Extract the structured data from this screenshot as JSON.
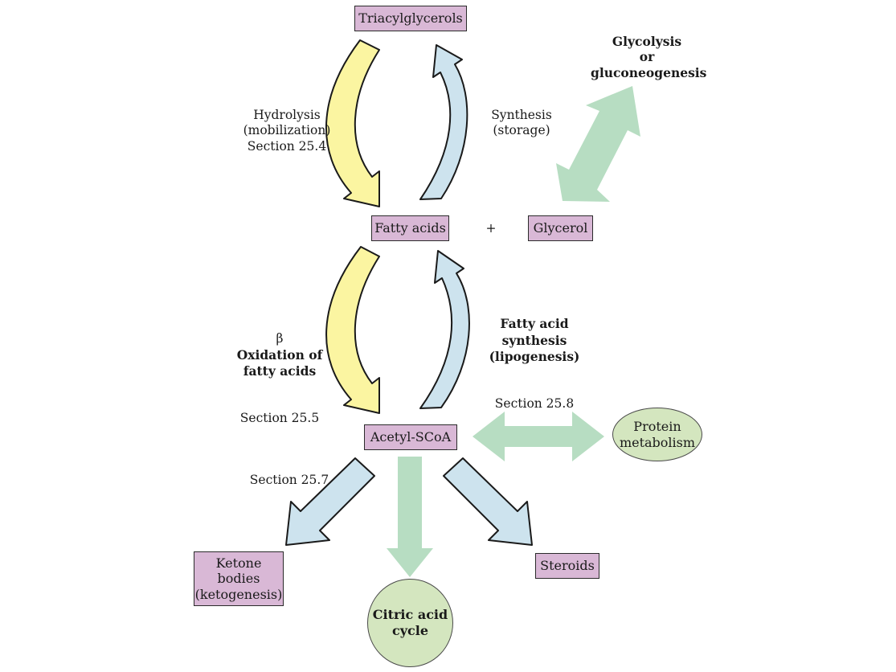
{
  "nodes": {
    "triacylglycerols": "Triacylglycerols",
    "fatty_acids": "Fatty acids",
    "plus": "+",
    "glycerol": "Glycerol",
    "acetyl_scoa": "Acetyl-SCoA",
    "protein_metabolism": "Protein\nmetabolism",
    "ketone_bodies": "Ketone\nbodies\n(ketogenesis)",
    "citric_acid_cycle": "Citric acid\ncycle",
    "steroids": "Steroids"
  },
  "labels": {
    "hydrolysis": "Hydrolysis\n(mobilization)\nSection 25.4",
    "synthesis": "Synthesis\n(storage)",
    "glycolysis": "Glycolysis\nor\ngluconeogenesis",
    "beta_symbol": "β",
    "beta_oxidation_bold": "Oxidation of\nfatty acids",
    "section_25_5": "Section 25.5",
    "fatty_acid_synthesis_bold": "Fatty acid\nsynthesis\n(lipogenesis)",
    "section_25_8": "Section 25.8",
    "section_25_7": "Section 25.7"
  },
  "colors": {
    "degradation_arrow": "#fbf5a1",
    "synthesis_arrow": "#cde3ee",
    "connection_arrow": "#b7ddc2",
    "compound_box": "#d9b8d6",
    "oval_fill": "#d4e6bf"
  }
}
